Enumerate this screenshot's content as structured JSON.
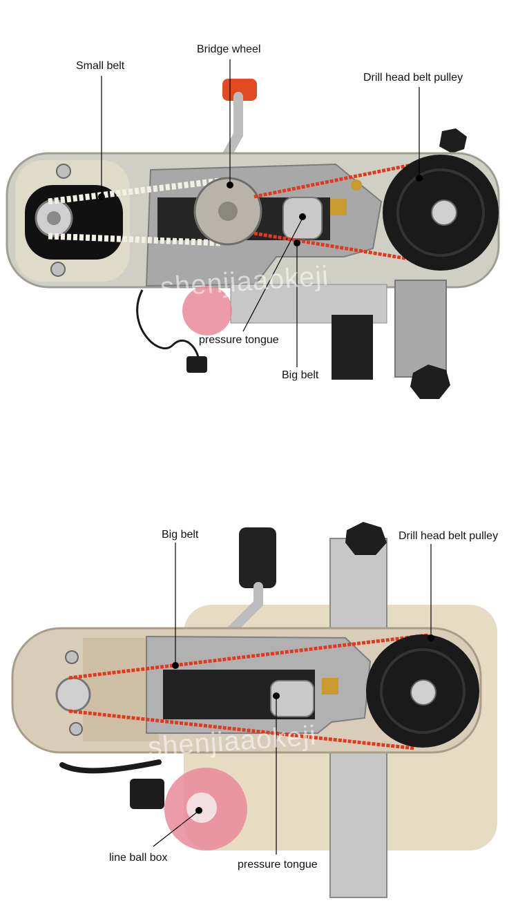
{
  "labels": {
    "small_belt": "Small belt",
    "bridge_wheel": "Bridge wheel",
    "drill_head_pulley_top": "Drill head belt pulley",
    "pressure_tongue_top": "pressure tongue",
    "big_belt_top": "Big belt",
    "big_belt_bottom": "Big belt",
    "drill_head_pulley_bottom": "Drill head belt pulley",
    "line_ball_box": "line ball box",
    "pressure_tongue_bottom": "pressure tongue"
  },
  "watermark": "shenjiaaokeji",
  "colors": {
    "housing_top": "#cfcfc6",
    "housing_bottom": "#d8cdb8",
    "metal": "#a8a8a8",
    "pulley": "#1a1a1a",
    "red_belt": "#e0391c",
    "white_belt": "#f1efe6",
    "handle_red": "#e44a22",
    "pink_box": "#e98a9a"
  }
}
